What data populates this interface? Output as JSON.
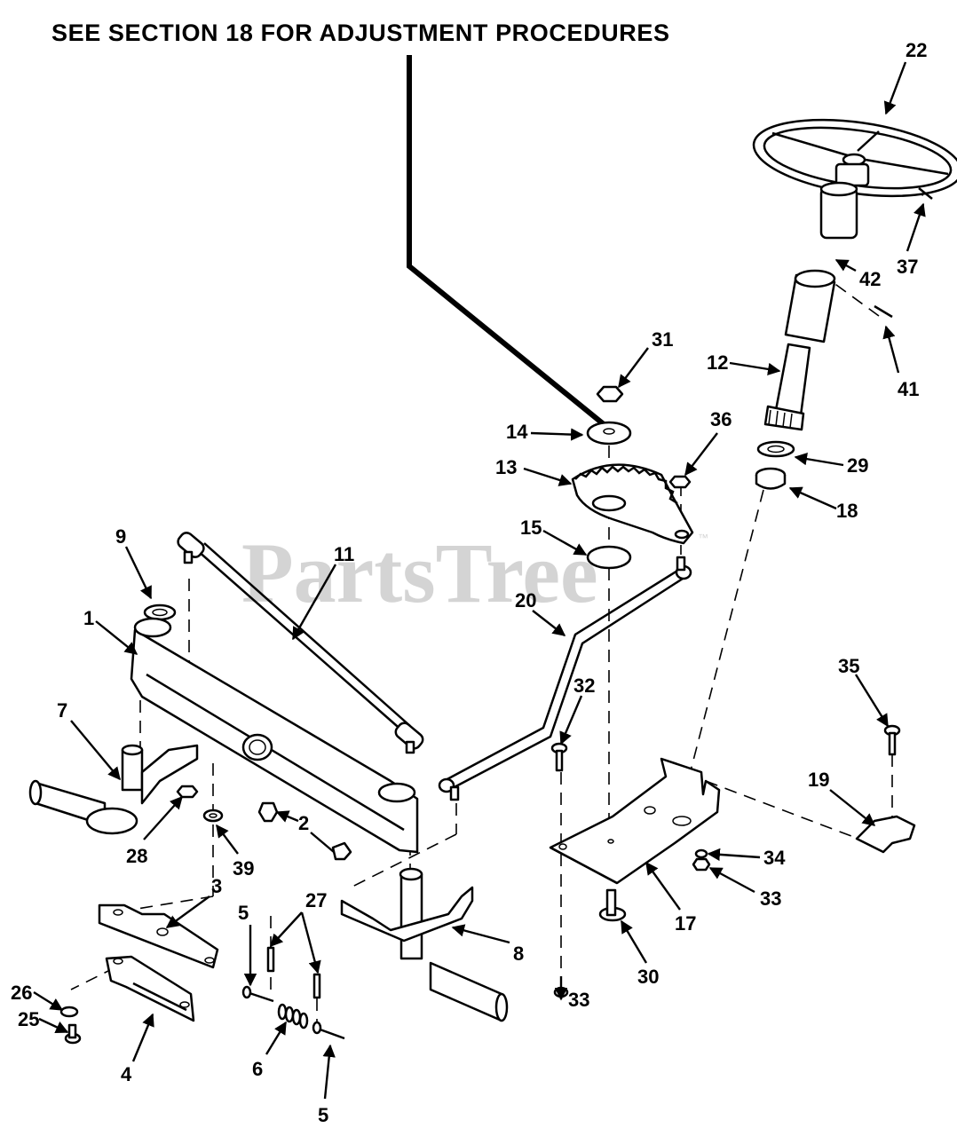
{
  "header": {
    "text": "SEE SECTION 18 FOR ADJUSTMENT PROCEDURES"
  },
  "watermark": {
    "text": "PartsTree",
    "trademark": "™"
  },
  "callouts": [
    {
      "id": "c22",
      "label": "22"
    },
    {
      "id": "c37",
      "label": "37"
    },
    {
      "id": "c42",
      "label": "42"
    },
    {
      "id": "c31",
      "label": "31"
    },
    {
      "id": "c12",
      "label": "12"
    },
    {
      "id": "c41",
      "label": "41"
    },
    {
      "id": "c14",
      "label": "14"
    },
    {
      "id": "c36",
      "label": "36"
    },
    {
      "id": "c29",
      "label": "29"
    },
    {
      "id": "c13",
      "label": "13"
    },
    {
      "id": "c18",
      "label": "18"
    },
    {
      "id": "c9",
      "label": "9"
    },
    {
      "id": "c15",
      "label": "15"
    },
    {
      "id": "c11",
      "label": "11"
    },
    {
      "id": "c1",
      "label": "1"
    },
    {
      "id": "c20",
      "label": "20"
    },
    {
      "id": "c35",
      "label": "35"
    },
    {
      "id": "c32",
      "label": "32"
    },
    {
      "id": "c7",
      "label": "7"
    },
    {
      "id": "c19",
      "label": "19"
    },
    {
      "id": "c2",
      "label": "2"
    },
    {
      "id": "c28",
      "label": "28"
    },
    {
      "id": "c39",
      "label": "39"
    },
    {
      "id": "c34",
      "label": "34"
    },
    {
      "id": "c33a",
      "label": "33"
    },
    {
      "id": "c3",
      "label": "3"
    },
    {
      "id": "c27",
      "label": "27"
    },
    {
      "id": "c5a",
      "label": "5"
    },
    {
      "id": "c8",
      "label": "8"
    },
    {
      "id": "c17",
      "label": "17"
    },
    {
      "id": "c26",
      "label": "26"
    },
    {
      "id": "c25",
      "label": "25"
    },
    {
      "id": "c30",
      "label": "30"
    },
    {
      "id": "c33b",
      "label": "33"
    },
    {
      "id": "c4",
      "label": "4"
    },
    {
      "id": "c6",
      "label": "6"
    },
    {
      "id": "c5b",
      "label": "5"
    }
  ]
}
